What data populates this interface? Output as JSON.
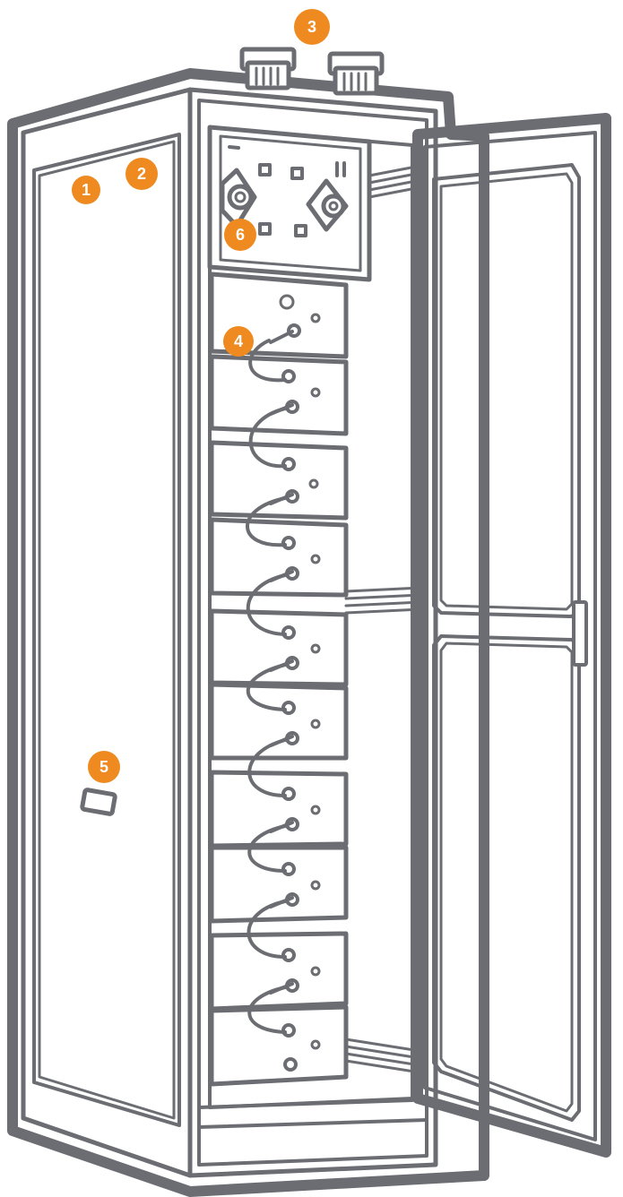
{
  "diagram": {
    "colors": {
      "outline": "#6b6d72",
      "badge": "#ee8a1f",
      "badge_text": "#ffffff",
      "background": "#ffffff"
    },
    "callouts": [
      {
        "id": "1",
        "label": "1"
      },
      {
        "id": "2",
        "label": "2"
      },
      {
        "id": "3",
        "label": "3"
      },
      {
        "id": "4",
        "label": "4"
      },
      {
        "id": "5",
        "label": "5"
      },
      {
        "id": "6",
        "label": "6"
      }
    ],
    "battery_module_count": 10
  }
}
